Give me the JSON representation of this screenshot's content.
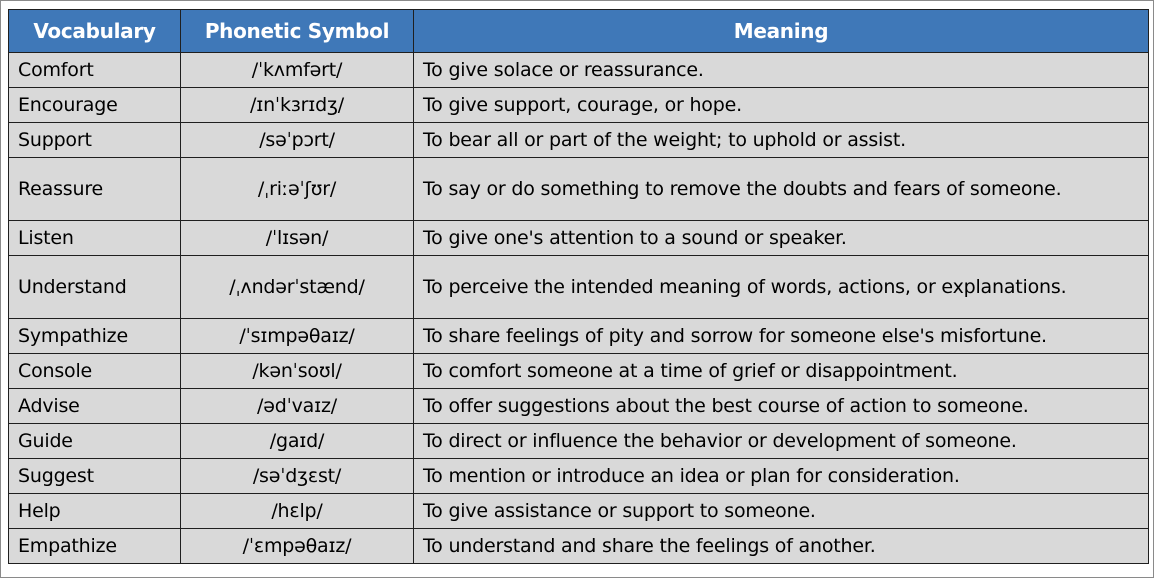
{
  "table": {
    "headers": [
      "Vocabulary",
      "Phonetic Symbol",
      "Meaning"
    ],
    "rows": [
      {
        "word": "Comfort",
        "phonetic": "/ˈkʌmfərt/",
        "meaning": "To give solace or reassurance."
      },
      {
        "word": "Encourage",
        "phonetic": "/ɪnˈkɜrɪdʒ/",
        "meaning": "To give support, courage, or hope."
      },
      {
        "word": "Support",
        "phonetic": "/səˈpɔrt/",
        "meaning": "To bear all or part of the weight; to uphold or assist."
      },
      {
        "word": "Reassure",
        "phonetic": "/ˌriːəˈʃʊr/",
        "meaning": "To say or do something to remove the doubts and fears of someone."
      },
      {
        "word": "Listen",
        "phonetic": "/ˈlɪsən/",
        "meaning": "To give one's attention to a sound or speaker."
      },
      {
        "word": "Understand",
        "phonetic": "/ˌʌndərˈstænd/",
        "meaning": "To perceive the intended meaning of words, actions, or explanations."
      },
      {
        "word": "Sympathize",
        "phonetic": "/ˈsɪmpəθaɪz/",
        "meaning": "To share feelings of pity and sorrow for someone else's misfortune."
      },
      {
        "word": "Console",
        "phonetic": "/kənˈsoʊl/",
        "meaning": "To comfort someone at a time of grief or disappointment."
      },
      {
        "word": "Advise",
        "phonetic": "/ədˈvaɪz/",
        "meaning": "To offer suggestions about the best course of action to someone."
      },
      {
        "word": "Guide",
        "phonetic": "/gaɪd/",
        "meaning": "To direct or influence the behavior or development of someone."
      },
      {
        "word": "Suggest",
        "phonetic": "/səˈdʒɛst/",
        "meaning": "To mention or introduce an idea or plan for consideration."
      },
      {
        "word": "Help",
        "phonetic": "/hɛlp/",
        "meaning": "To give assistance or support to someone."
      },
      {
        "word": "Empathize",
        "phonetic": "/ˈɛmpəθaɪz/",
        "meaning": "To understand and share the feelings of another."
      }
    ]
  },
  "colors": {
    "header_bg": "#3f78b8",
    "header_text": "#ffffff",
    "cell_bg": "#d9d9d9",
    "border": "#1f1f1f"
  }
}
